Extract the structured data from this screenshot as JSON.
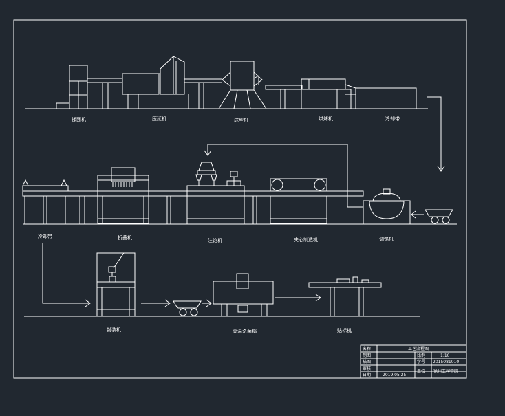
{
  "colors": {
    "background": "#212830",
    "line": "#ffffff"
  },
  "machines": {
    "row1": [
      "揉面机",
      "压延机",
      "成型机",
      "烘烤机",
      "冷却带"
    ],
    "row2": [
      "冷却带",
      "折叠机",
      "注馅机",
      "夹心制造机",
      "调馅机"
    ],
    "row3": [
      "封装机",
      "高温杀菌锅",
      "贴标机"
    ]
  },
  "title_block": {
    "title": "工艺流程图",
    "rows": [
      {
        "label": "名称",
        "value": "工艺流程图"
      },
      {
        "label": "制图",
        "col3": "比例",
        "col4": "1:10"
      },
      {
        "label": "描图",
        "col3": "学号",
        "col4": "2015081010"
      },
      {
        "label": "审核",
        "col3": "单位",
        "col4": "徐州工程学院"
      },
      {
        "label": "日期",
        "value": "2019.05.25"
      }
    ]
  }
}
